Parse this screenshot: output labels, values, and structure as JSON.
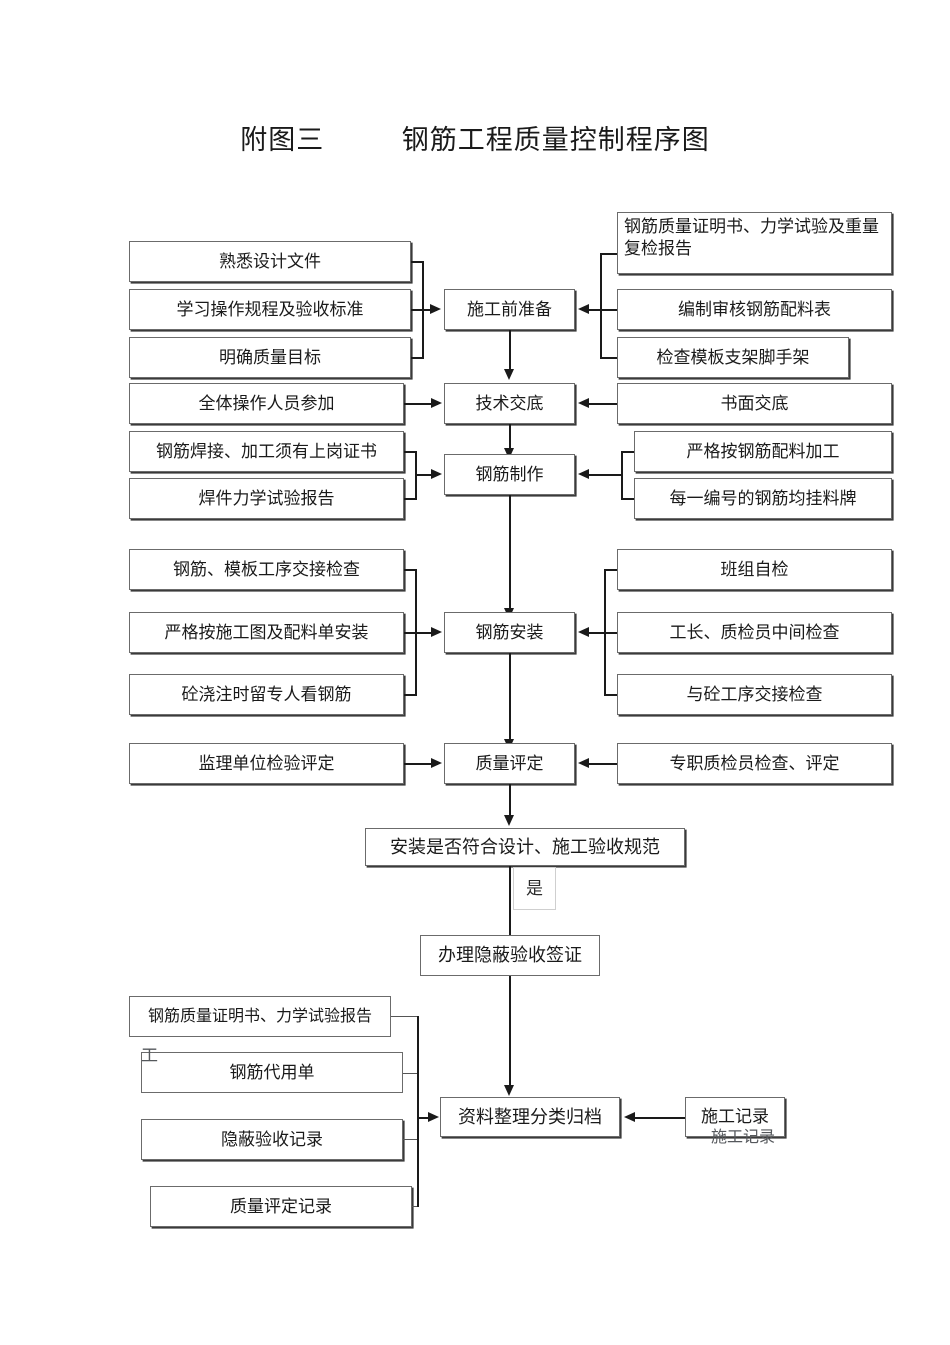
{
  "document": {
    "title_prefix": "附图三",
    "title_main": "钢筋工程质量控制程序图",
    "title_full": "附图三          钢筋工程质量控制程序图"
  },
  "flow": {
    "main_steps": [
      {
        "id": "prep",
        "label": "施工前准备"
      },
      {
        "id": "tech",
        "label": "技术交底"
      },
      {
        "id": "fabricate",
        "label": "钢筋制作"
      },
      {
        "id": "install",
        "label": "钢筋安装"
      },
      {
        "id": "quality",
        "label": "质量评定"
      },
      {
        "id": "sign",
        "label": "办理隐蔽验收签证"
      },
      {
        "id": "archive",
        "label": "资料整理分类归档"
      }
    ],
    "decision": {
      "label": "安装是否符合设计、施工验收规范",
      "yes_label": "是"
    },
    "prep_inputs_left": [
      {
        "label": "熟悉设计文件"
      },
      {
        "label": "学习操作规程及验收标准"
      },
      {
        "label": "明确质量目标"
      }
    ],
    "prep_inputs_right": [
      {
        "label": "钢筋质量证明书、力学试验及重量复检报告"
      },
      {
        "label": "编制审核钢筋配料表"
      },
      {
        "label": "检查模板支架脚手架"
      }
    ],
    "tech_inputs_left": [
      {
        "label": "全体操作人员参加"
      }
    ],
    "tech_inputs_right": [
      {
        "label": "书面交底"
      }
    ],
    "fabricate_inputs_left": [
      {
        "label": "钢筋焊接、加工须有上岗证书"
      },
      {
        "label": "焊件力学试验报告"
      }
    ],
    "fabricate_inputs_right": [
      {
        "label": "严格按钢筋配料加工"
      },
      {
        "label": "每一编号的钢筋均挂料牌"
      }
    ],
    "install_inputs_left": [
      {
        "label": "钢筋、模板工序交接检查"
      },
      {
        "label": "严格按施工图及配料单安装"
      },
      {
        "label": "砼浇注时留专人看钢筋"
      }
    ],
    "install_inputs_right": [
      {
        "label": "班组自检"
      },
      {
        "label": "工长、质检员中间检查"
      },
      {
        "label": "与砼工序交接检查"
      }
    ],
    "quality_inputs_left": [
      {
        "label": "监理单位检验评定"
      }
    ],
    "quality_inputs_right": [
      {
        "label": "专职质检员检查、评定"
      }
    ],
    "archive_inputs_left": [
      {
        "label": "钢筋质量证明书、力学试验报告"
      },
      {
        "label": "钢筋代用单"
      },
      {
        "label": "隐蔽验收记录"
      },
      {
        "label": "质量评定记录"
      }
    ],
    "archive_inputs_right": [
      {
        "label": "施工记录"
      }
    ],
    "artifacts": [
      {
        "label": "工"
      },
      {
        "label": "施工记录"
      }
    ]
  }
}
